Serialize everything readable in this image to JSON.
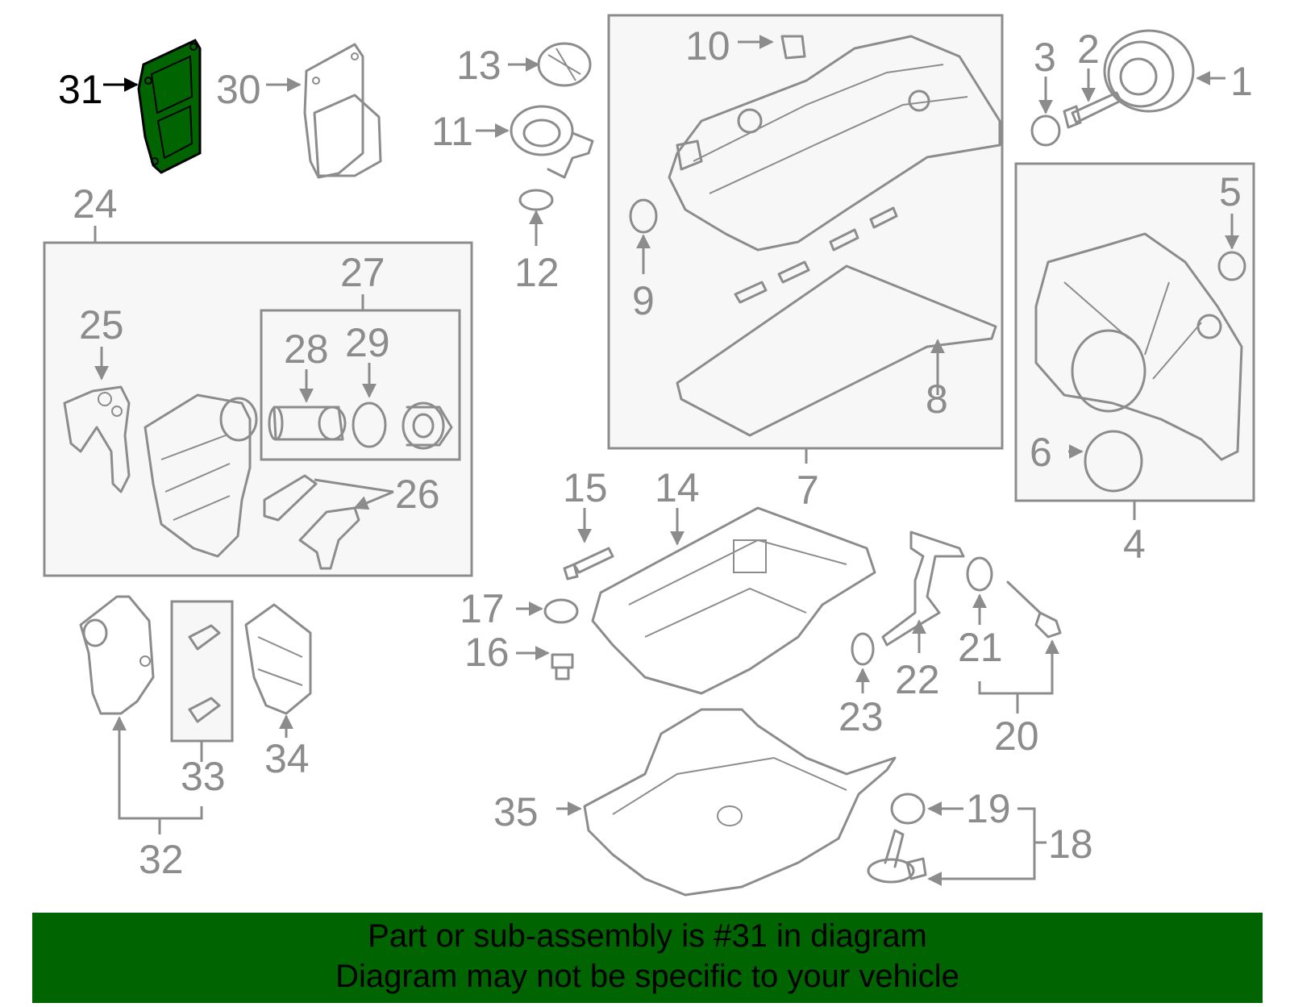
{
  "diagram": {
    "highlight_color": "#006400",
    "highlighted_callout": "31",
    "callouts": [
      "1",
      "2",
      "3",
      "4",
      "5",
      "6",
      "7",
      "8",
      "9",
      "10",
      "11",
      "12",
      "13",
      "14",
      "15",
      "16",
      "17",
      "18",
      "19",
      "20",
      "21",
      "22",
      "23",
      "24",
      "25",
      "26",
      "27",
      "28",
      "29",
      "30",
      "31",
      "32",
      "33",
      "34",
      "35"
    ]
  },
  "banner": {
    "line1": "Part or sub-assembly is #31 in diagram",
    "line2": "Diagram may not be specific to your vehicle",
    "background": "#006400"
  }
}
